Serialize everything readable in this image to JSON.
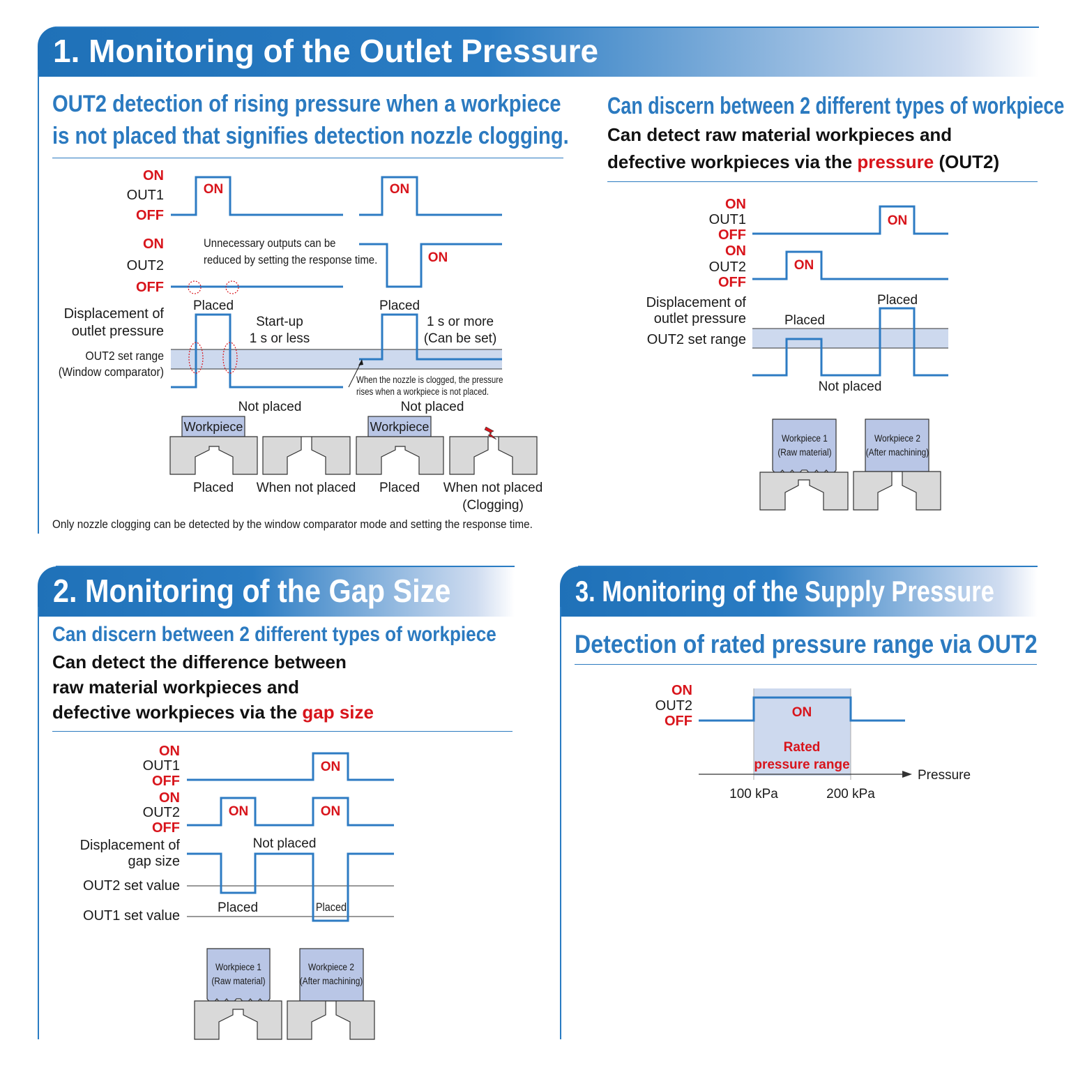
{
  "colors": {
    "blue": "#2b7ac0",
    "signal": "#2d7bc3",
    "red": "#d8141b",
    "range_fill": "#cdd9ee",
    "part_gray": "#d9d9d9"
  },
  "section1": {
    "title": "1. Monitoring of the Outlet Pressure",
    "left": {
      "heading_line1": "OUT2 detection of rising pressure when a workpiece",
      "heading_line2": "is not placed that signifies detection nozzle clogging.",
      "on": "ON",
      "off": "OFF",
      "out1": "OUT1",
      "out2": "OUT2",
      "out1_on_label": "ON",
      "out2_on_label": "ON",
      "unnecessary_line1": "Unnecessary outputs can be",
      "unnecessary_line2": "reduced by setting the response time.",
      "displacement_line1": "Displacement of",
      "displacement_line2": "outlet pressure",
      "set_range_line1": "OUT2 set range",
      "set_range_line2": "(Window comparator)",
      "placed": "Placed",
      "startup_line1": "Start-up",
      "startup_line2": "1 s or less",
      "more_line1": "1 s or more",
      "more_line2": "(Can be set)",
      "clog_note_line1": "When the nozzle is clogged, the pressure",
      "clog_note_line2": "rises when a workpiece is not placed.",
      "not_placed": "Not placed",
      "workpiece": "Workpiece",
      "cap_placed": "Placed",
      "cap_not_placed": "When not placed",
      "cap_clogging": "(Clogging)",
      "footnote": "Only nozzle clogging can be detected by the window comparator mode and setting the response time."
    },
    "right": {
      "heading": "Can discern between 2 different types of workpiece",
      "sub_line1": "Can detect raw material workpieces and",
      "sub_line2_pre": "defective workpieces via the ",
      "sub_line2_red": "pressure",
      "sub_line2_post": " (OUT2)",
      "on": "ON",
      "off": "OFF",
      "out1": "OUT1",
      "out2": "OUT2",
      "displacement_line1": "Displacement of",
      "displacement_line2": "outlet pressure",
      "set_range": "OUT2 set range",
      "placed": "Placed",
      "not_placed": "Not placed",
      "wp1_line1": "Workpiece 1",
      "wp1_line2": "(Raw material)",
      "wp2_line1": "Workpiece 2",
      "wp2_line2": "(After machining)"
    }
  },
  "section2": {
    "title": "2. Monitoring of the Gap Size",
    "heading": "Can discern between 2 different types of workpiece",
    "sub_line1": "Can detect the difference between",
    "sub_line2": "raw material workpieces and",
    "sub_line3_pre": "defective workpieces via the ",
    "sub_line3_red": "gap size",
    "on": "ON",
    "off": "OFF",
    "out1": "OUT1",
    "out2": "OUT2",
    "displacement_line1": "Displacement of",
    "displacement_line2": "gap size",
    "out2_set": "OUT2 set value",
    "out1_set": "OUT1 set value",
    "not_placed": "Not placed",
    "placed": "Placed",
    "wp1_line1": "Workpiece 1",
    "wp1_line2": "(Raw material)",
    "wp2_line1": "Workpiece 2",
    "wp2_line2": "(After machining)"
  },
  "section3": {
    "title": "3. Monitoring of the Supply Pressure",
    "heading": "Detection of rated pressure range via OUT2",
    "on": "ON",
    "off": "OFF",
    "out2": "OUT2",
    "rated_line1": "Rated",
    "rated_line2": "pressure range",
    "axis_label": "Pressure",
    "tick1": "100 kPa",
    "tick2": "200 kPa"
  }
}
